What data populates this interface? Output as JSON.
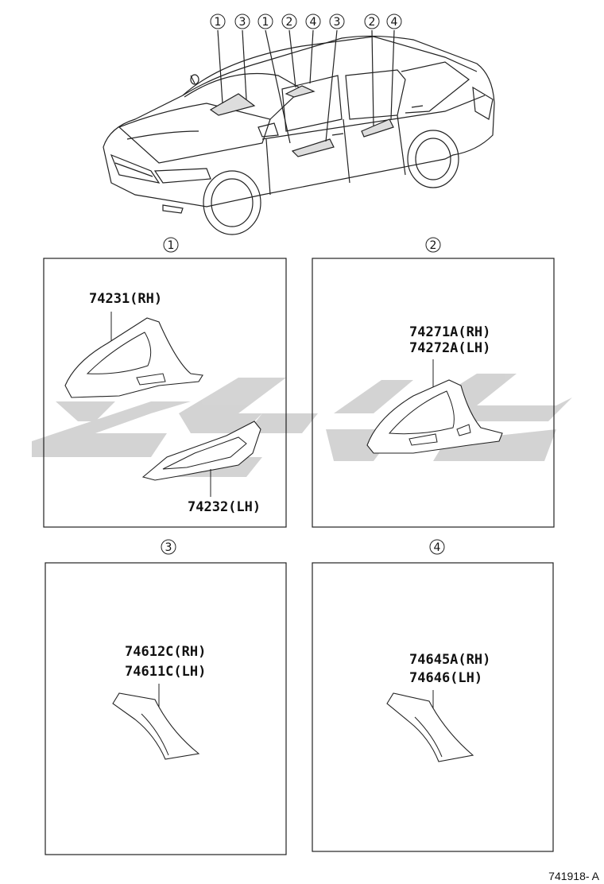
{
  "overview": {
    "callouts": [
      "1",
      "3",
      "1",
      "2",
      "4",
      "3",
      "2",
      "4"
    ]
  },
  "panels": [
    {
      "number": "1",
      "parts": [
        "74231(RH)",
        "74232(LH)"
      ]
    },
    {
      "number": "2",
      "parts": [
        "74271A(RH)",
        "74272A(LH)"
      ]
    },
    {
      "number": "3",
      "parts": [
        "74612C(RH)",
        "74611C(LH)"
      ]
    },
    {
      "number": "4",
      "parts": [
        "74645A(RH)",
        "74646(LH)"
      ]
    }
  ],
  "watermark": {
    "color": "#c8c8c8"
  },
  "drawing_code": "741918- A"
}
